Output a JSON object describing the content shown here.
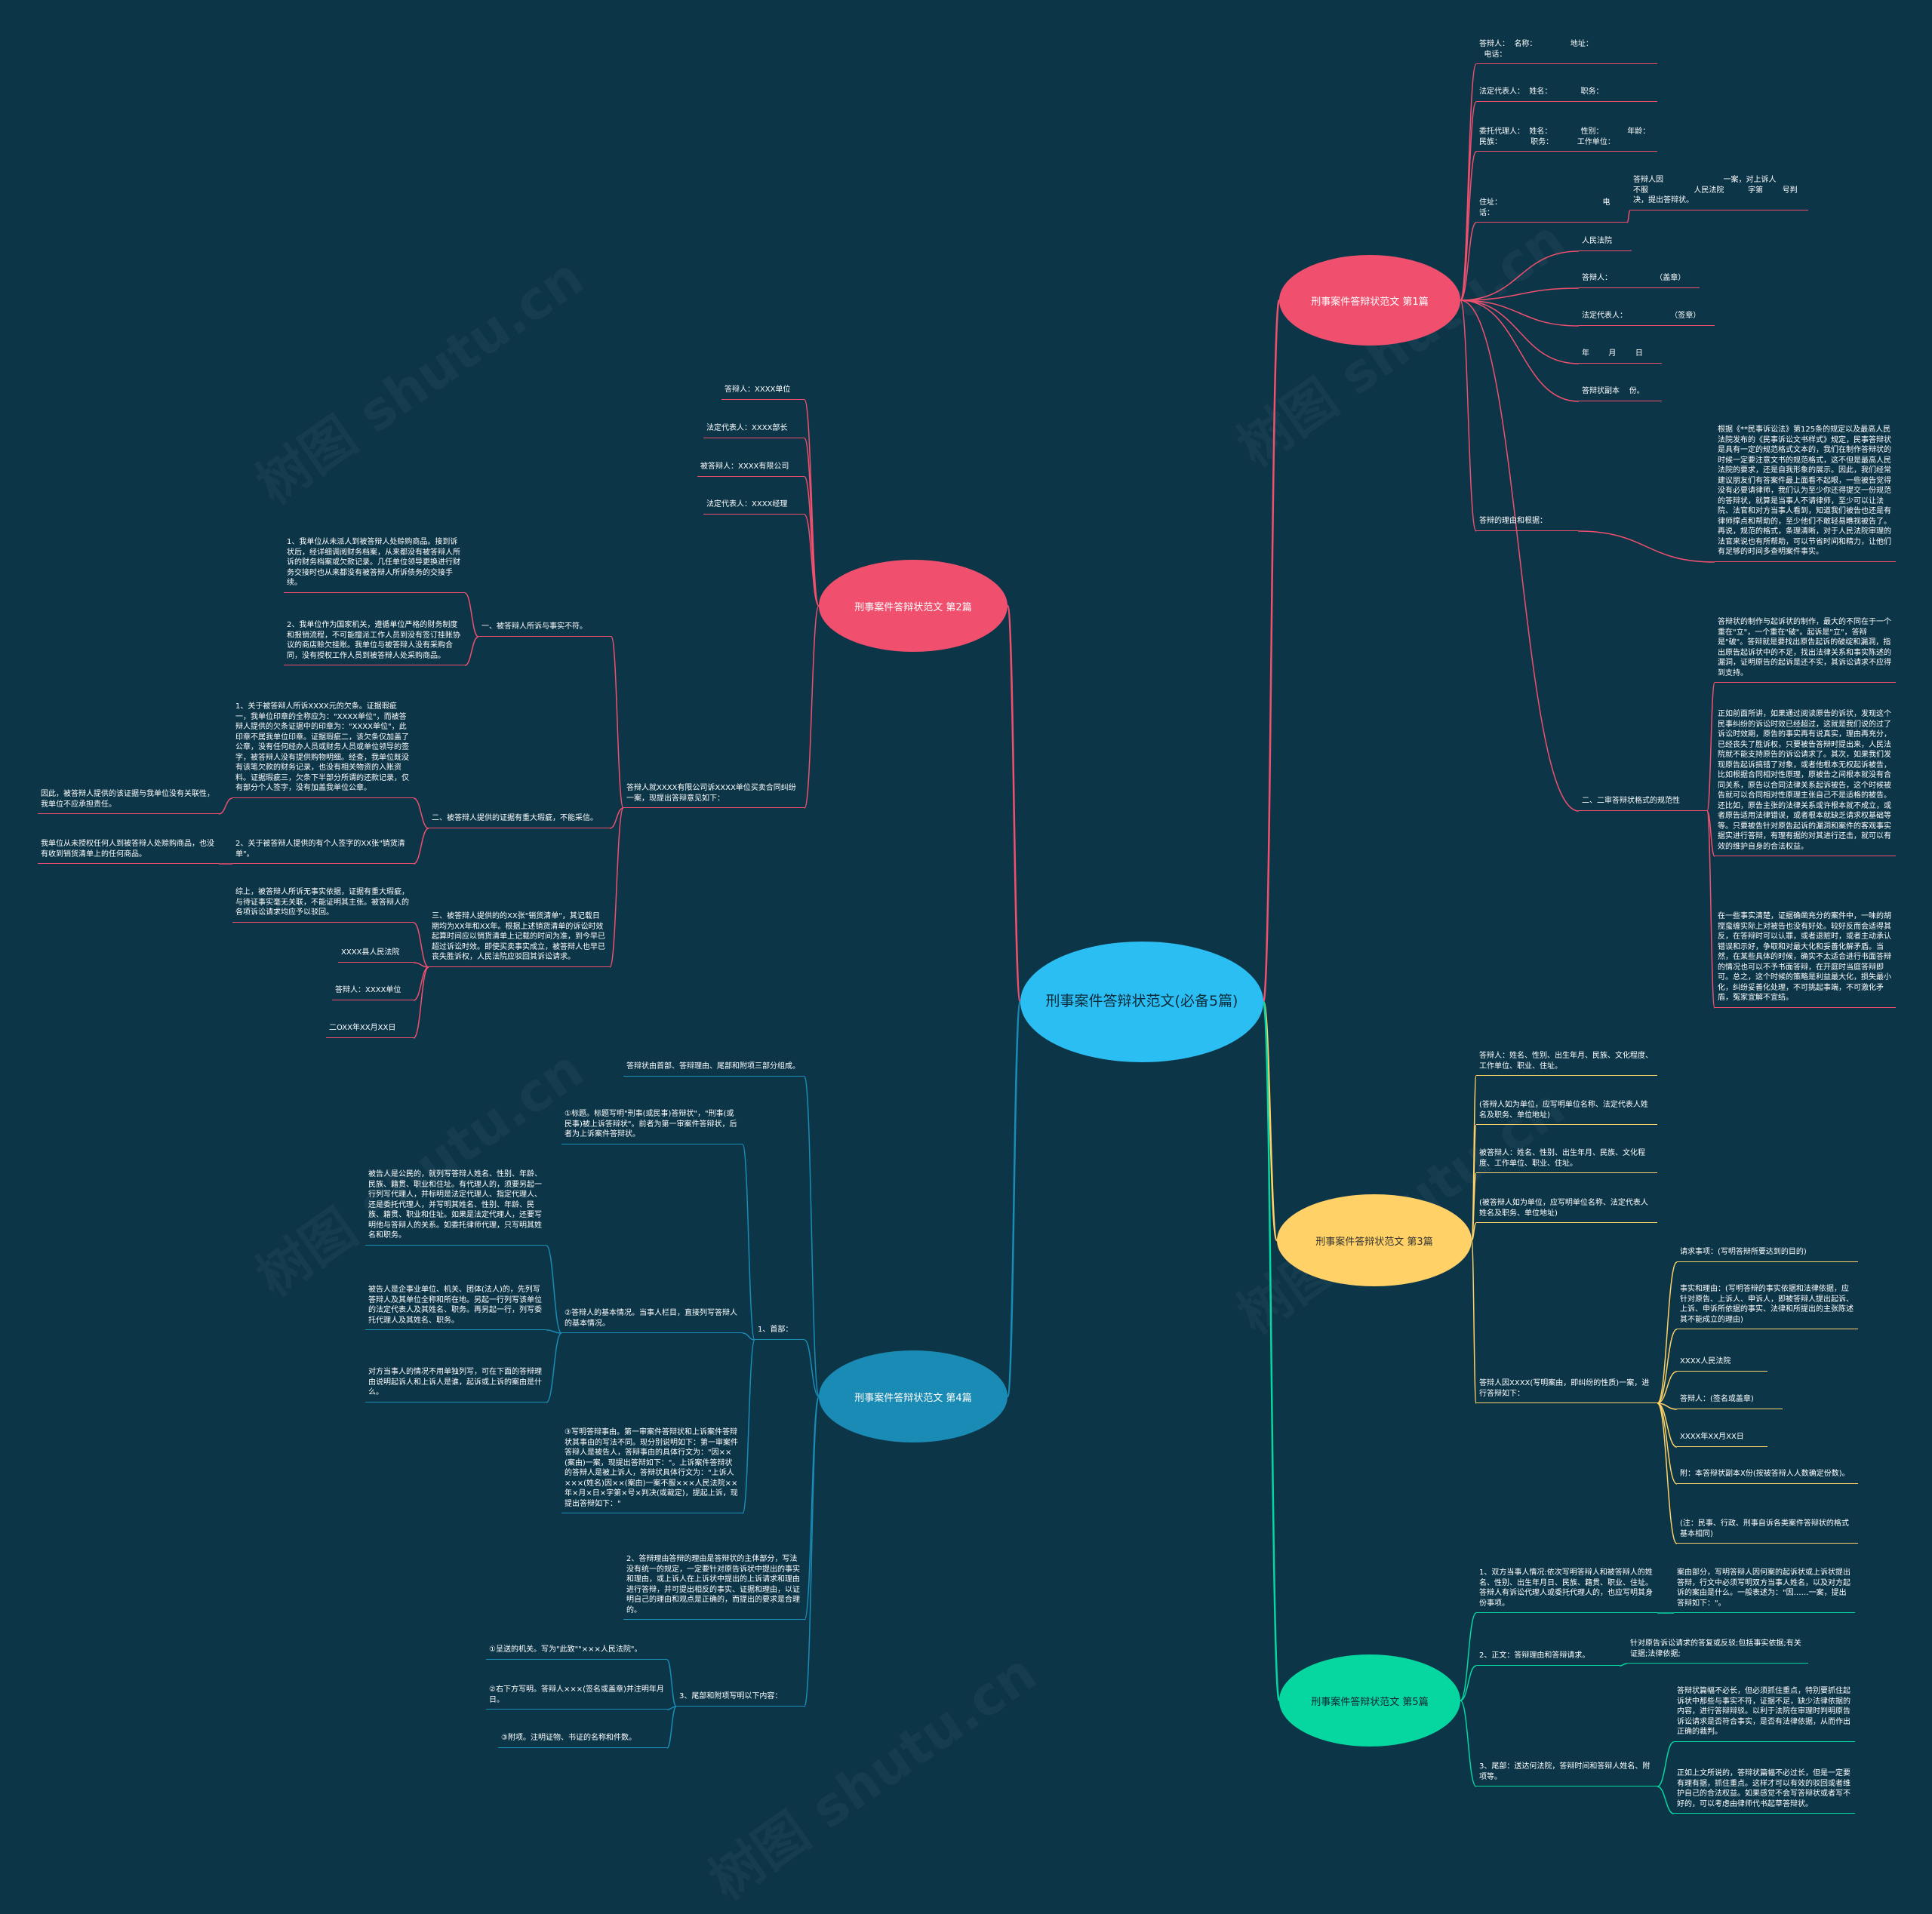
{
  "root": {
    "label": "刑事案件答辩状范文(必备5篇)"
  },
  "colors": {
    "background": "#0c3548",
    "root": "#2bbef3",
    "b1": "#f0506e",
    "b2": "#f0506e",
    "b3": "#ffd166",
    "b4": "#1a8bb5",
    "b5": "#06d6a0"
  },
  "branches": {
    "b1": {
      "label": "刑事案件答辩状范文 第1篇"
    },
    "b2": {
      "label": "刑事案件答辩状范文 第2篇"
    },
    "b3": {
      "label": "刑事案件答辩状范文 第3篇"
    },
    "b4": {
      "label": "刑事案件答辩状范文 第4篇"
    },
    "b5": {
      "label": "刑事案件答辩状范文 第5篇"
    }
  },
  "leaves": {
    "b1_1": "答辩人：  名称：              地址：\n  电话：",
    "b1_2": "法定代表人：  姓名：            职务：",
    "b1_3": "委托代理人：  姓名：            性别：          年龄：  民族：            职务：          工作单位：",
    "b1_4": "住址：                                          电话：",
    "b1_4a": "答辩人因                         一案，对上诉人              不服                   人民法院          字第        号判决，提出答辩状。",
    "b1_5": "人民法院",
    "b1_6": "答辩人：                  （盖章）",
    "b1_7": "法定代表人：                  （签章）",
    "b1_8": "年        月        日",
    "b1_9": "答辩状副本    份。",
    "b1_10": "答辩的理由和根据：",
    "b1_10a": "根据《**民事诉讼法》第125条的规定以及最高人民法院发布的《民事诉讼文书样式》规定，民事答辩状是具有一定的规范格式文本的，我们在制作答辩状的时候一定要注意文书的规范格式，这不但是最高人民法院的要求，还是自我形象的展示。因此，我们经常建议朋友们有答案件最上面看不起眼，一些被告觉得没有必要请律师，我们认为至少你还得提交一份规范的答辩状，就算是当事人不请律师，至少可以让法院、法官和对方当事人看到，知道我们被告也还是有律师撑点和帮助的，至少他们不敢轻易瞧视被告了。再说，规范的格式，条理清晰，对于人民法院审理的法官来说也有所帮助，可以节省时间和精力，让他们有足够的时间多查明案件事实。",
    "b1_11": "二、二审答辩状格式的规范性",
    "b1_11a": "答辩状的制作与起诉状的制作，最大的不同在于一个重在\"立\"，一个重在\"破\"。起诉是\"立\"，答辩是\"破\"。答辩就是要找出原告起诉的破绽和漏洞，指出原告起诉状中的不足，找出法律关系和事实陈述的漏洞，证明原告的起诉是还不实，其诉讼请求不应得到支持。",
    "b1_11b": "正如前面所讲，如果通过阅读原告的诉状，发现这个民事纠纷的诉讼时效已经超过，这就是我们说的过了诉讼时效期，原告的事实再有说真实，理由再充分，已经丧失了胜诉权，只要被告答辩时提出来，人民法院就不能支持原告的诉讼请求了。其次，如果我们发现原告起诉搞错了对象，或者他根本无权起诉被告，比如根据合同相对性原理，原被告之间根本就没有合同关系，原告以合同法律关系起诉被告，这个时候被告就可以合同相对性原理主张自己不是适格的被告。还比如，原告主张的法律关系或许根本就不成立，或者原告适用法律错误，或者根本就缺乏请求权基础等等。只要被告针对原告起诉的漏洞和案件的客观事实据实进行答辩，有理有据的对其进行还击，就可以有效的维护自身的合法权益。",
    "b1_11c": "在一些事实清楚，证据确凿充分的案件中，一味的胡搅蛮缠实际上对被告也没有好处。较好反而会适得其反，在答辩时可以认罪，或者退赃时，或者主动承认错误和示好，争取和对最大化和妥善化解矛盾。当然，在某些具体的时候，确实不太适合进行书面答辩的情况也可以不予书面答辩，在开庭时当庭答辩即可。总之，这个时候的策略是利益最大化，损失最小化，纠纷妥善化处理，不可挑起事端，不可激化矛盾，冤家宜解不宜结。",
    "b2_1": "答辩人：XXXX单位",
    "b2_2": "法定代表人：XXXX部长",
    "b2_3": "被答辩人：XXXX有限公司",
    "b2_4": "法定代表人：XXXX经理",
    "b2_5": "答辩人就XXXX有限公司诉XXXX单位买卖合同纠纷一案，现提出答辩意见如下：",
    "b2_5a": "一、被答辩人所诉与事实不符。",
    "b2_5a1": "1、我单位从未派人到被答辩人处赊购商品。接到诉状后，经详细调阅财务档案，从来都没有被答辩人所诉的财务档案或欠款记录。几任单位领导更换进行财务交接时也从来都没有被答辩人所诉债务的交接手续。",
    "b2_5a2": "2、我单位作为国家机关，遵循单位严格的财务制度和报销流程，不可能擅派工作人员到没有签订挂账协议的商店赊欠挂账。我单位与被答辩人没有采购合同，没有授权工作人员到被答辩人处采购商品。",
    "b2_5b": "二、被答辩人提供的证据有重大瑕疵，不能采信。",
    "b2_5b1": "1、关于被答辩人所诉XXXX元的欠条。证据瑕疵一，我单位印章的全称应为：\"XXXX单位\"，而被答辩人提供的欠条证据中的印章为：\"XXXX单位\"，此印章不属我单位印章。证据瑕疵二，该欠条仅加盖了公章，没有任何经办人员或财务人员或单位领导的签字，被答辩人没有提供购物明细。经查，我单位既没有该笔欠款的财务记录，也没有相关物资的入账资料。证据瑕疵三，欠条下半部分所谓的还款记录，仅有部分个人签字，没有加盖我单位公章。",
    "b2_5b1a": "因此，被答辩人提供的该证据与我单位没有关联性，我单位不应承担责任。",
    "b2_5b2": "2、关于被答辩人提供的有个人签字的XX张\"销货清单\"。",
    "b2_5b2a": "我单位从未授权任何人到被答辩人处赊购商品，也没有收到销货清单上的任何商品。",
    "b2_5c": "三、被答辩人提供的的XX张\"销货清单\"，其记载日期均为XX年和XX年。根据上述销货清单的诉讼时效起算时间应以销货清单上记载的时间为准，到今早已超过诉讼时效。即使买卖事实成立，被答辩人也早已丧失胜诉权，人民法院应驳回其诉讼请求。",
    "b2_5c1": "综上，被答辩人所诉无事实依据，证据有重大瑕疵，与待证事实毫无关联，不能证明其主张。被答辩人的各项诉讼请求均应予以驳回。",
    "b2_5c2": "XXXX县人民法院",
    "b2_5c3": "答辩人：XXXX单位",
    "b2_5c4": "二OXX年XX月XX日",
    "b3_1": "答辩人：姓名、性别、出生年月、民族、文化程度、工作单位、职业、住址。",
    "b3_2": "(答辩人如为单位，应写明单位名称、法定代表人姓名及职务、单位地址)",
    "b3_3": "被答辩人：姓名、性别、出生年月、民族、文化程度、工作单位、职业、住址。",
    "b3_4": "(被答辩人如为单位，应写明单位名称、法定代表人姓名及职务、单位地址)",
    "b3_5": "答辩人因XXXX(写明案由，即纠纷的性质)一案，进行答辩如下：",
    "b3_5a": "请求事项：(写明答辩所要达到的目的)",
    "b3_5b": "事实和理由：(写明答辩的事实依据和法律依据，应针对原告、上诉人、申诉人，即被答辩人提出起诉、上诉、申诉所依据的事实、法律和所提出的主张陈述其不能成立的理由)",
    "b3_5c": "XXXX人民法院",
    "b3_5d": "答辩人：(签名或盖章)",
    "b3_5e": "XXXX年XX月XX日",
    "b3_5f": "附：本答辩状副本X份(按被答辩人人数确定份数)。",
    "b3_5g": "(注：民事、行政、刑事自诉各类案件答辩状的格式基本相同)",
    "b4_0": "答辩状由首部、答辩理由、尾部和附项三部分组成。",
    "b4_1": "1、首部：",
    "b4_1a": "①标题。标题写明\"刑事(或民事)答辩状\"，\"刑事(或民事)被上诉答辩状\"。前者为第一审案件答辩状，后者为上诉案件答辩状。",
    "b4_1b": "②答辩人的基本情况。当事人栏目，直接列写答辩人的基本情况。",
    "b4_1b1": "被告人是公民的，就列写答辩人姓名、性别、年龄、民族、籍贯、职业和住址。有代理人的，须要另起一行列写代理人，并标明是法定代理人、指定代理人、还是委托代理人，并写明其姓名、性别、年龄、民族、籍贯、职业和住址。如果是法定代理人，还要写明他与答辩人的关系。如委托律师代理，只写明其姓名和职务。",
    "b4_1b2": "被告人是企事业单位、机关、团体(法人)的，先列写答辩人及其单位全称和所在地。另起一行列写该单位的法定代表人及其姓名、职务。再另起一行，列写委托代理人及其姓名、职务。",
    "b4_1b3": "对方当事人的情况不用单独列写，可在下面的答辩理由说明起诉人和上诉人是谁，起诉或上诉的案由是什么。",
    "b4_1c": "③写明答辩事由。第一审案件答辩状和上诉案件答辩状其事由的写法不同。现分别说明如下：第一审案件答辩人是被告人，答辩事由的具体行文为：\"因××(案由)一案，现提出答辩如下：\"。上诉案件答辩状的答辩人是被上诉人，答辩状具体行文为：\"上诉人×××(姓名)因××(案由)一案不服×××人民法院××年×月×日×字第×号×判决(或裁定)，提起上诉，现提出答辩如下：\"",
    "b4_2": "2、答辩理由答辩的理由是答辩状的主体部分，写法没有统一的规定，一定要针对原告诉状中提出的事实和理由，或上诉人在上诉状中提出的上诉请求和理由进行答辩，并可提出相反的事实、证据和理由，以证明自己的理由和观点是正确的，而提出的要求是合理的。",
    "b4_3": "3、尾部和附项写明以下内容：",
    "b4_3a": "①呈送的机关。写为\"此致\"\"×××人民法院\"。",
    "b4_3b": "②右下方写明。答辩人×××(签名或盖章)并注明年月日。",
    "b4_3c": "③附项。注明证物、书证的名称和件数。",
    "b5_1": "1、双方当事人情况:依次写明答辩人和被答辩人的姓名、性别、出生年月日、民族、籍贯、职业、住址。答辩人有诉讼代理人或委托代理人的，也应写明其身份事项。",
    "b5_1a": "案由部分，写明答辩人因何案的起诉状或上诉状提出答辩，行文中必须写明双方当事人姓名，以及对方起诉的案由是什么。一般表述为：\"因……一案，提出答辩如下：\"。",
    "b5_2": "2、正文：答辩理由和答辩请求。",
    "b5_2a": "针对原告诉讼请求的答复或反驳;包括事实依据;有关证据;法律依据;",
    "b5_3": "3、尾部：送达何法院，答辩时间和答辩人姓名、附项等。",
    "b5_3a": "答辩状篇幅不必长，但必须抓住重点，特别要抓住起诉状中那些与事实不符，证据不足，缺少法律依据的内容，进行答辩辩驳。以利于法院在审理时判明原告诉讼请求是否符合事实，是否有法律依据，从而作出正确的裁判。",
    "b5_3b": "正如上文所说的，答辩状篇幅不必过长，但是一定要有理有据，抓住重点。这样才可以有效的驳回或者维护自己的合法权益。如果感觉不会写答辩状或者写不好的，可以考虑由律师代书起草答辩状。"
  }
}
